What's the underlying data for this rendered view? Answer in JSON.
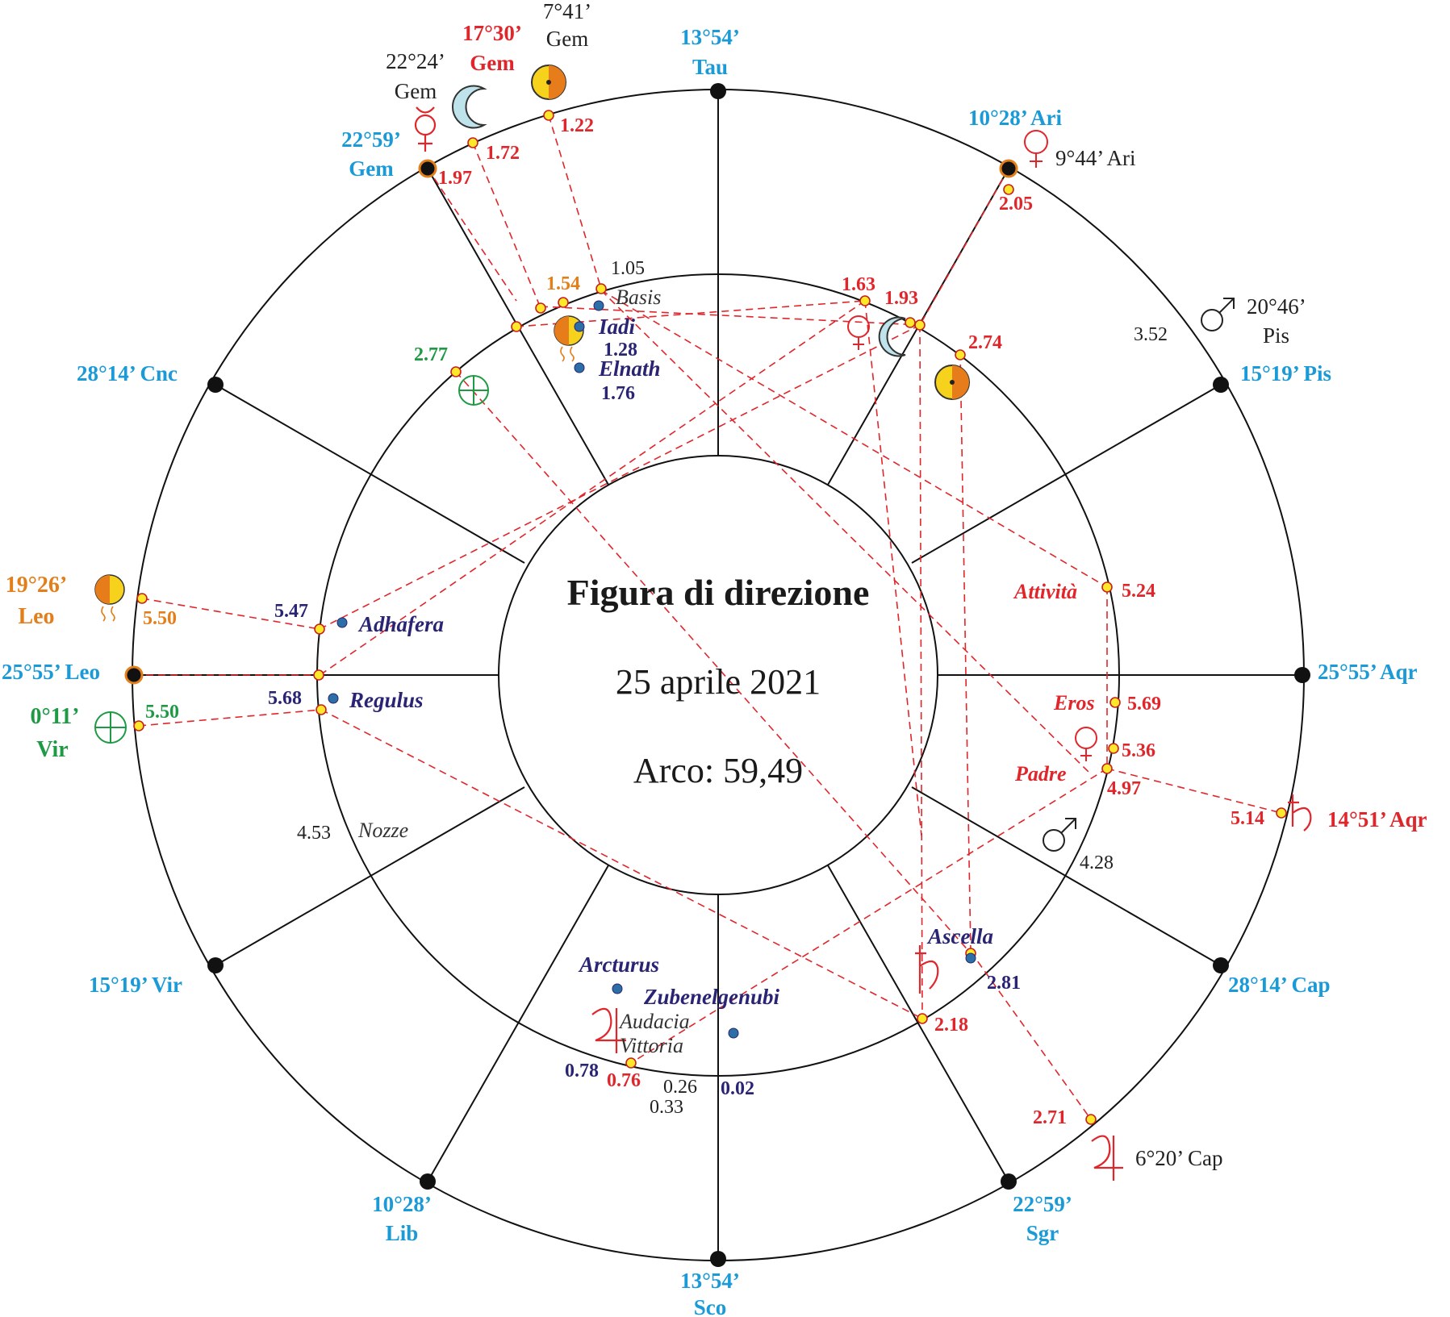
{
  "title": "Figura di direzione",
  "date": "25 aprile 2021",
  "arc": "Arco: 59,49",
  "colors": {
    "cusp": "#1a9ad6",
    "red": "#e0262b",
    "orange": "#e37f1a",
    "green": "#1e9a45",
    "navy": "#2a2474",
    "black": "#222222"
  },
  "cusps": [
    {
      "deg": "13°54’",
      "sign": "Tau"
    },
    {
      "deg": "10°28’ Ari"
    },
    {
      "deg": "15°19’ Pis"
    },
    {
      "deg": "25°55’ Aqr"
    },
    {
      "deg": "28°14’ Cap"
    },
    {
      "deg": "22°59’",
      "sign": "Sgr"
    },
    {
      "deg": "13°54’",
      "sign": "Sco"
    },
    {
      "deg": "10°28’",
      "sign": "Lib"
    },
    {
      "deg": "15°19’ Vir"
    },
    {
      "deg": "25°55’ Leo"
    },
    {
      "deg": "28°14’ Cnc"
    },
    {
      "deg": "22°59’",
      "sign": "Gem"
    }
  ],
  "outer_planets": {
    "sun": {
      "deg": "7°41’",
      "sign": "Gem",
      "value": "1.22",
      "icon": "sun-icon"
    },
    "moon": {
      "deg": "22°24’",
      "sign": "Gem",
      "value": "1.72",
      "icon": "moon-icon"
    },
    "mercury": {
      "deg": "17°30’",
      "sign": "Gem",
      "value": "1.97",
      "icon": "mercury-icon"
    },
    "venus": {
      "deg": "9°44’ Ari",
      "value": "2.05",
      "icon": "venus-icon"
    },
    "mars": {
      "deg": "20°46’",
      "sign": "Pis",
      "value": "3.52",
      "icon": "mars-icon"
    },
    "saturn": {
      "deg": "14°51’ Aqr",
      "value": "5.14",
      "icon": "saturn-icon"
    },
    "jupiter": {
      "deg": "6°20’ Cap",
      "value": "2.71",
      "icon": "jupiter-icon"
    },
    "lot": {
      "deg": "19°26’",
      "sign": "Leo",
      "value": "5.50",
      "icon": "lot-icon"
    },
    "fortuna": {
      "deg": "0°11’",
      "sign": "Vir",
      "value": "5.50",
      "icon": "fortuna-icon"
    }
  },
  "inner_values": {
    "v154": "1.54",
    "v105": "1.05",
    "v163": "1.63",
    "v193": "1.93",
    "v274": "2.74",
    "v277": "2.77",
    "v547": "5.47",
    "v568": "5.68",
    "v453": "4.53",
    "v524": "5.24",
    "v569": "5.69",
    "v536": "5.36",
    "v497": "4.97",
    "v428": "4.28",
    "v281": "2.81",
    "v218": "2.18",
    "v078": "0.78",
    "v076": "0.76",
    "v026": "0.26",
    "v033": "0.33",
    "v002": "0.02",
    "v128": "1.28",
    "v176": "1.76"
  },
  "stars": {
    "basis": "Basis",
    "iadi": "Iadi",
    "elnath": "Elnath",
    "adhafera": "Adhafera",
    "regulus": "Regulus",
    "arcturus": "Arcturus",
    "zubenelgenubi": "Zubenelgenubi",
    "ascella": "Ascella"
  },
  "lots": {
    "attivita": "Attività",
    "eros": "Eros",
    "padre": "Padre",
    "nozze": "Nozze",
    "audacia": "Audacia",
    "vittoria": "Vittoria"
  }
}
